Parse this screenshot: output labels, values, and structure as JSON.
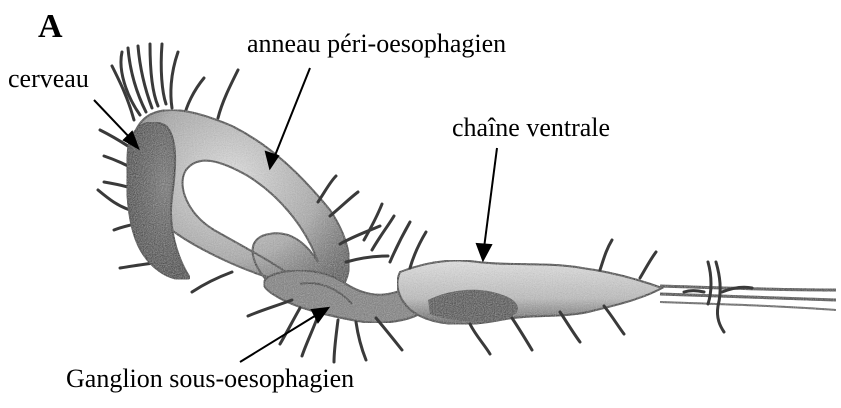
{
  "panel_letter": "A",
  "labels": {
    "cerveau": "cerveau",
    "anneau": "anneau péri-oesophagien",
    "chaine": "chaîne ventrale",
    "ganglion": "Ganglion sous-oesophagien"
  },
  "colors": {
    "ink": "#000000",
    "tissue_dark": "#2a2a2a",
    "tissue_mid": "#8a8a8a",
    "tissue_light": "#d8d8d8",
    "background": "#ffffff"
  }
}
